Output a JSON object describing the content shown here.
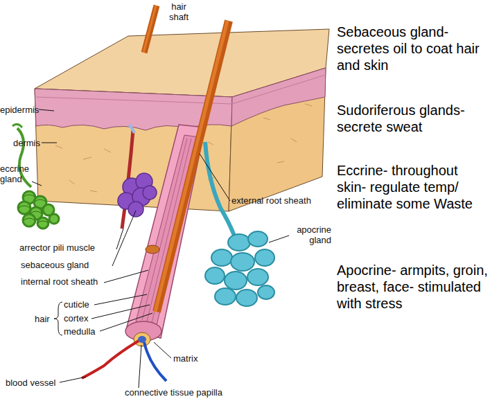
{
  "diagram": {
    "labels": [
      "hair shaft",
      "epidermis",
      "dermis",
      "eccrine gland",
      "external root sheath",
      "apocrine gland",
      "arrector pili muscle",
      "sebaceous gland",
      "internal root sheath",
      "hair",
      "cuticle",
      "cortex",
      "medulla",
      "matrix",
      "blood vessel",
      "connective tissue papilla",
      "Sebaceous gland- secretes oil to coat hair and skin",
      "Sudoriferous glands- secrete sweat",
      "Eccrine- throughout skin- regulate temp/ eliminate some Waste",
      "Apocrine- armpits, groin, breast, face- stimulated with stress"
    ]
  }
}
